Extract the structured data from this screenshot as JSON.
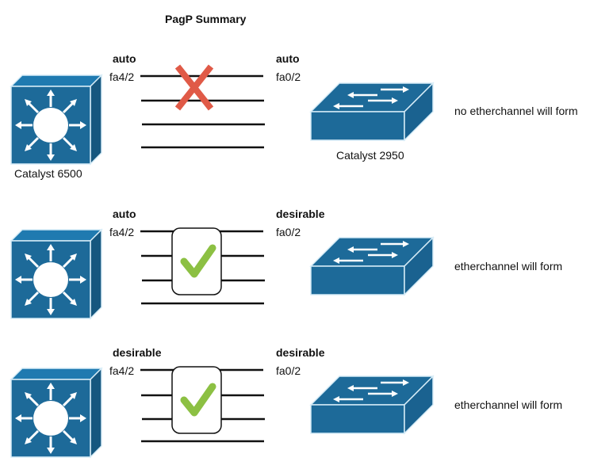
{
  "title": "PagP Summary",
  "colors": {
    "device_fill": "#1d6a99",
    "device_side": "#16577f",
    "device_top": "#1f7ab0",
    "x_mark": "#e05a47",
    "check_mark": "#8cc043",
    "line": "#111111"
  },
  "rows": [
    {
      "left_mode": "auto",
      "left_port": "fa4/2",
      "right_mode": "auto",
      "right_port": "fa0/2",
      "left_device_label": "Catalyst 6500",
      "right_device_label": "Catalyst 2950",
      "status_icon": "x-mark-icon",
      "result": "no etherchannel will form"
    },
    {
      "left_mode": "auto",
      "left_port": "fa4/2",
      "right_mode": "desirable",
      "right_port": "fa0/2",
      "left_device_label": "",
      "right_device_label": "",
      "status_icon": "check-mark-icon",
      "result": "etherchannel will form"
    },
    {
      "left_mode": "desirable",
      "left_port": "fa4/2",
      "right_mode": "desirable",
      "right_port": "fa0/2",
      "left_device_label": "",
      "right_device_label": "",
      "status_icon": "check-mark-icon",
      "result": "etherchannel will form"
    }
  ]
}
